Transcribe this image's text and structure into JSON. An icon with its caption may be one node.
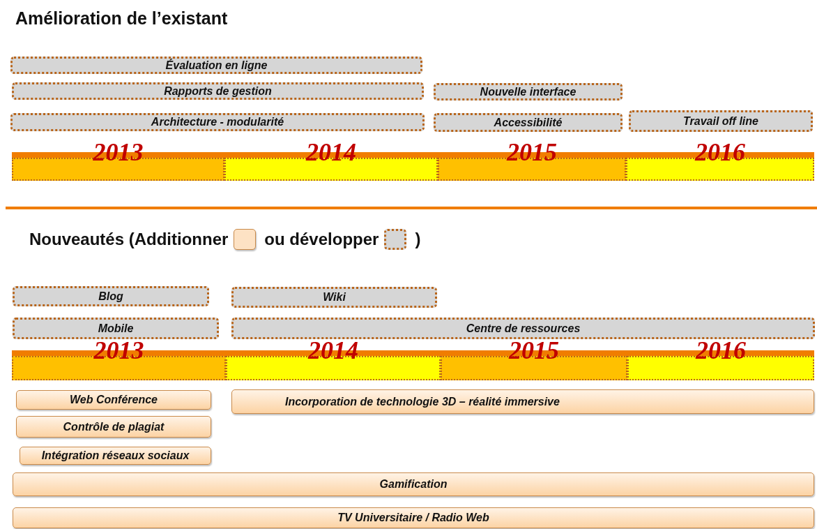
{
  "diagram": {
    "title": "Amélioration de l’existant",
    "nodes": [
      {
        "text": [
          "Évaluation en ligne"
        ]
      },
      {
        "text": [
          "Rapports de gestion"
        ]
      },
      {
        "text": [
          "Nouvelle interface"
        ]
      },
      {
        "text": [
          "Architecture - modularité"
        ]
      },
      {
        "text": [
          "Accessibilité"
        ]
      },
      {
        "text": [
          "Travail off line"
        ]
      },
      {
        "text": [
          "2013"
        ]
      },
      {
        "text": [
          "2014"
        ]
      },
      {
        "text": [
          "2015"
        ]
      },
      {
        "text": [
          "2016"
        ]
      },
      {
        "text": [
          "Blog"
        ]
      },
      {
        "text": [
          "Wiki"
        ]
      },
      {
        "text": [
          "Mobile"
        ]
      },
      {
        "text": [
          "Centre de ressources"
        ]
      },
      {
        "text": [
          "2013"
        ]
      },
      {
        "text": [
          "2014"
        ]
      },
      {
        "text": [
          "2015"
        ]
      },
      {
        "text": [
          "2016"
        ]
      },
      {
        "text": [
          "Web Conférence"
        ]
      },
      {
        "text": [
          "Incorporation de technologie 3D – réalité immersive"
        ]
      },
      {
        "text": [
          "Contrôle de plagiat"
        ]
      },
      {
        "text": [
          "Intégration réseaux sociaux"
        ]
      },
      {
        "text": [
          "Gamification"
        ]
      },
      {
        "text": [
          "TV Universitaire / Radio Web"
        ]
      }
    ],
    "edges": [],
    "labels": [
      ")"
    ],
    "legend": [
      {
        "text": "Nouveautés (Additionner",
        "color": "#fde2c4"
      },
      {
        "text": "ou développer",
        "color": "#d6d6d6"
      }
    ]
  }
}
